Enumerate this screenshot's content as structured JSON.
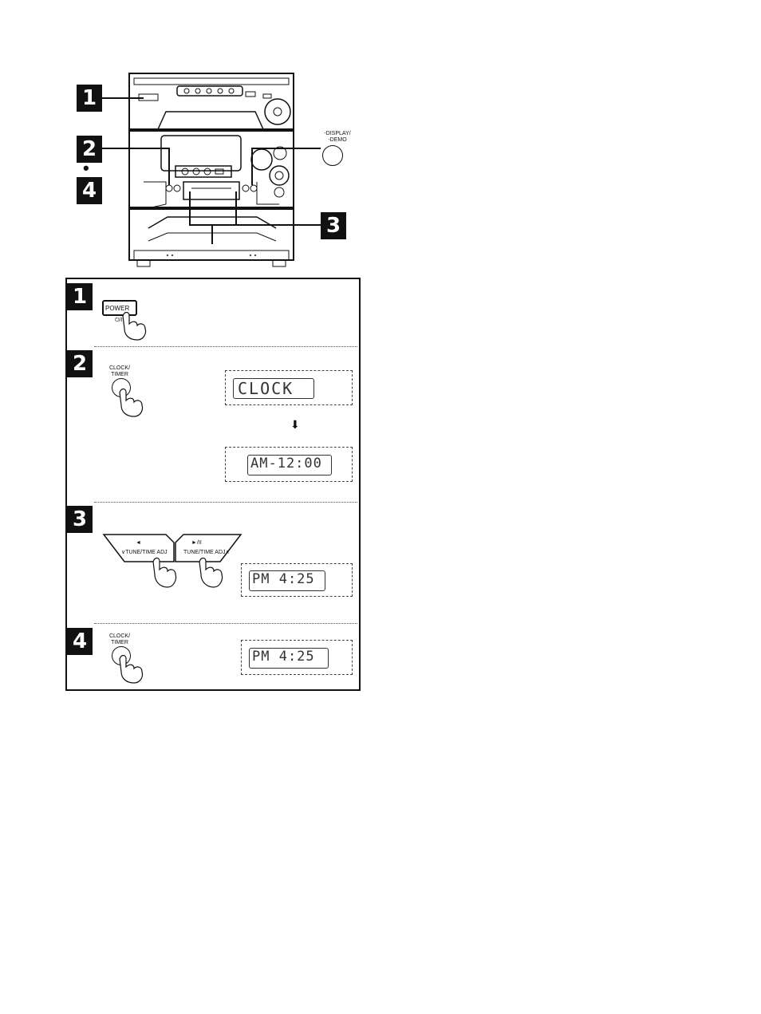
{
  "top_diagram": {
    "callouts": [
      "1",
      "2",
      "•",
      "4",
      "3"
    ],
    "display_demo_label": "-DISPLAY/\n-DEMO"
  },
  "steps": [
    {
      "number": "1",
      "button_label": "POWER",
      "button_sub": "⏻/I"
    },
    {
      "number": "2",
      "button_label": "CLOCK/\nTIMER",
      "display_1": "CLOCK",
      "arrow": "⬇",
      "display_2": "AM-12:00"
    },
    {
      "number": "3",
      "left_button_symbol": "◄",
      "left_button_label": "∨TUNE/TIME ADJ",
      "right_button_symbol": "►/II",
      "right_button_label": "TUNE/TIME ADJ∧",
      "display": "PM  4:25"
    },
    {
      "number": "4",
      "button_label": "CLOCK/\nTIMER",
      "display": "PM  4:25"
    }
  ]
}
